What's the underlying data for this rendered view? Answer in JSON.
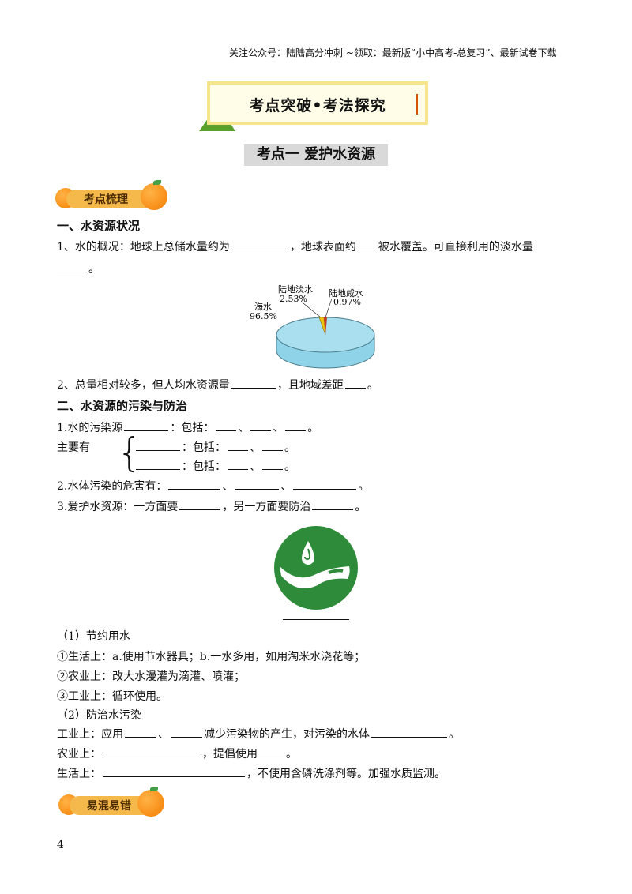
{
  "header_note": "关注公众号：陆陆高分冲刺  ~领取：最新版“小中高考-总复习”、最新试卷下载",
  "banner_title": "考点突破•考法探究",
  "subtitle": "考点一    爱护水资源",
  "tag1": "考点梳理",
  "tag2": "易混易错",
  "section1": "一、水资源状况",
  "line1": {
    "a": "1、水的概况：地球上总储水量约为",
    "b": "，地球表面约",
    "c": "被水覆盖。可直接利用的淡水量"
  },
  "line1_end": "。",
  "pie": {
    "labels": [
      {
        "name": "陆地淡水",
        "value": "2.53%"
      },
      {
        "name": "陆地咸水",
        "value": "0.97%"
      },
      {
        "name": "海水",
        "value": "96.5%"
      }
    ],
    "colors": {
      "sea": "#8fd3e8",
      "fresh": "#f1c40f",
      "salt": "#c0392b"
    }
  },
  "line2": {
    "a": "2、总量相对较多，但人均水资源量",
    "b": "，且地域差距",
    "c": "。"
  },
  "section2": "二、水资源的污染与防治",
  "p1": {
    "a": "1.水的污染源",
    "b": "：包括：",
    "sep": "、",
    "end": "。"
  },
  "main_label": "主要有",
  "p1b": {
    "b": "：包括：",
    "sep": "、",
    "end": "。"
  },
  "p1c": {
    "b": "：包括：",
    "sep": "、",
    "end": "。"
  },
  "p2": {
    "a": "2.水体污染的危害有：",
    "sep": "、",
    "end": "。"
  },
  "p3": {
    "a": "3.爱护水资源：一方面要",
    "b": "，另一方面要防治",
    "end": "。"
  },
  "logo_colors": {
    "green": "#2e8b3a"
  },
  "s1": "（1）节约用水",
  "s1a": "①生活上：a.使用节水器具；b.一水多用，如用淘米水浇花等；",
  "s1b": "②农业上：改大水漫灌为滴灌、喷灌；",
  "s1c": "③工业上：循环使用。",
  "s2": "（2）防治水污染",
  "s2a": {
    "a": "工业上：应用",
    "sep": "、",
    "b": "减少污染物的产生，对污染的水体",
    "end": "。"
  },
  "s2b": {
    "a": "农业上：",
    "b": "，提倡使用",
    "end": "。"
  },
  "s2c": {
    "a": "生活上：",
    "b": "，不使用含磷洗涤剂等。加强水质监测。"
  },
  "page_number": "4"
}
